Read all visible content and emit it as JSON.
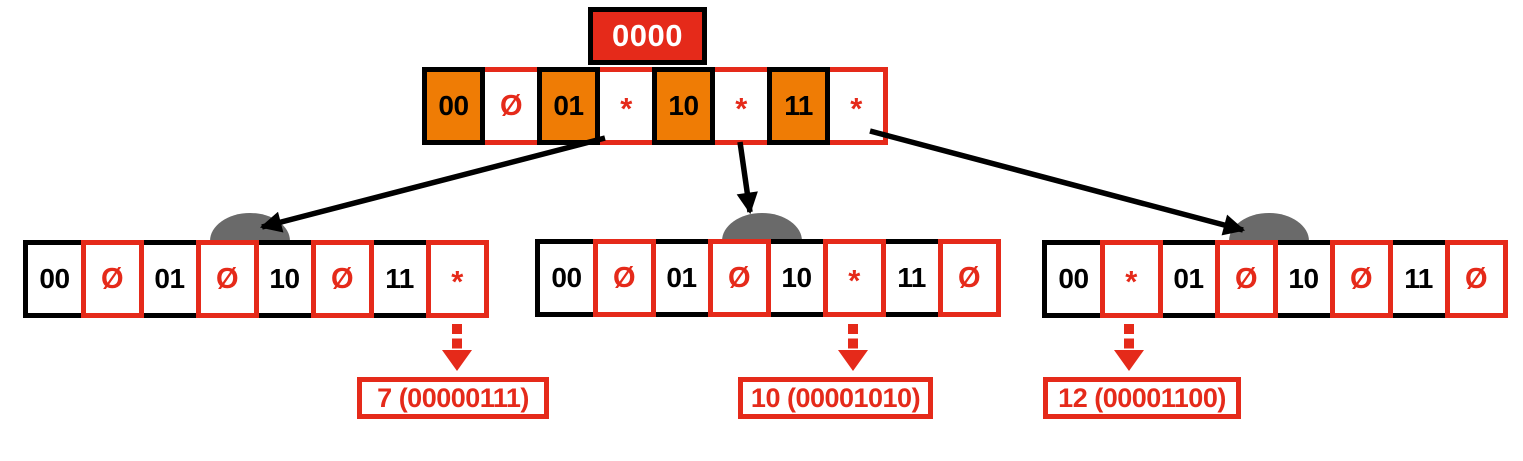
{
  "colors": {
    "red": "#e52a1a",
    "orange": "#ef7c05",
    "gray": "#6a6a6a",
    "black": "#000000"
  },
  "root": {
    "key": "0000",
    "cells": [
      {
        "label": "00",
        "kind": "key"
      },
      {
        "label": "Ø",
        "kind": "null"
      },
      {
        "label": "01",
        "kind": "key"
      },
      {
        "label": "*",
        "kind": "ptr"
      },
      {
        "label": "10",
        "kind": "key"
      },
      {
        "label": "*",
        "kind": "ptr"
      },
      {
        "label": "11",
        "kind": "key"
      },
      {
        "label": "*",
        "kind": "ptr"
      }
    ]
  },
  "children": [
    {
      "id": "left",
      "cells": [
        {
          "label": "00",
          "kind": "key"
        },
        {
          "label": "Ø",
          "kind": "null"
        },
        {
          "label": "01",
          "kind": "key"
        },
        {
          "label": "Ø",
          "kind": "null"
        },
        {
          "label": "10",
          "kind": "key"
        },
        {
          "label": "Ø",
          "kind": "null"
        },
        {
          "label": "11",
          "kind": "key"
        },
        {
          "label": "*",
          "kind": "ptr"
        }
      ],
      "leaf_label": "7 (00000111)"
    },
    {
      "id": "middle",
      "cells": [
        {
          "label": "00",
          "kind": "key"
        },
        {
          "label": "Ø",
          "kind": "null"
        },
        {
          "label": "01",
          "kind": "key"
        },
        {
          "label": "Ø",
          "kind": "null"
        },
        {
          "label": "10",
          "kind": "key"
        },
        {
          "label": "*",
          "kind": "ptr"
        },
        {
          "label": "11",
          "kind": "key"
        },
        {
          "label": "Ø",
          "kind": "null"
        }
      ],
      "leaf_label": "10 (00001010)"
    },
    {
      "id": "right",
      "cells": [
        {
          "label": "00",
          "kind": "key"
        },
        {
          "label": "*",
          "kind": "ptr"
        },
        {
          "label": "01",
          "kind": "key"
        },
        {
          "label": "Ø",
          "kind": "null"
        },
        {
          "label": "10",
          "kind": "key"
        },
        {
          "label": "Ø",
          "kind": "null"
        },
        {
          "label": "11",
          "kind": "key"
        },
        {
          "label": "Ø",
          "kind": "null"
        }
      ],
      "leaf_label": "12 (00001100)"
    }
  ]
}
